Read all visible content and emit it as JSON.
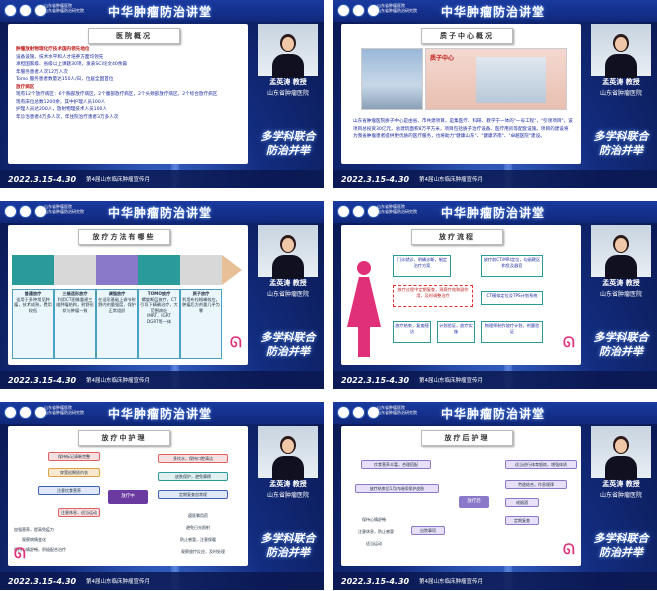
{
  "common": {
    "program_title": "中华肿瘤防治讲堂",
    "hospital_lines": [
      "山东省肿瘤医院",
      "山东省肿瘤防治研究院"
    ],
    "speaker_name": "孟英涛 教授",
    "speaker_org": "山东省肿瘤医院",
    "slogan_line1": "多学科联合",
    "slogan_line2": "防治并举",
    "date": "2022.3.15-4.30",
    "event": "第4届山东临床肿瘤宣传月"
  },
  "slide1": {
    "title": "医院概况",
    "sections": [
      {
        "heading": "肿瘤放射物理化疗技术国内领先地位",
        "bullets": [
          "设备设施、技术水平和人才培养方面均领先",
          "承担国家级、省级以上课题30项，发表SCI论文40余篇",
          "年服务患者人次12万人次",
          "Tomo 服务患者数量达150人/日，位居全国首位"
        ]
      },
      {
        "heading": "放疗病区",
        "bullets": [
          "现有12个放疗病区：6个胸部放疗病区，2个腹部放疗病区，2个头颈部放疗病区，2个综合放疗病区",
          "现有床位总数1200余，其中护理人员100人",
          "护理人员达200人，放射物理技术人员100人",
          "年诊治患者4万多人次，年住院治疗患者3万多人次"
        ]
      }
    ]
  },
  "slide2": {
    "title": "质子中心概况",
    "text": "山东省肿瘤医院质子中心是由省、市共建项目，是集医疗、科研、教学于一体的\"一号工程\"，\"引领项目\"。该项目总投资30亿元，总建筑面积8万平方米，项目包括质子治疗设备、医疗用房等配套设施。项目的建设将为我省肿瘤患者提供更优质的医疗服务，也将助力\"健康山东\"、\"健康济南\"、\"卓越医院\"建设。",
    "highlight_label": "质子中心"
  },
  "slide3": {
    "title": "放疗方法有哪些",
    "methods": [
      {
        "name": "普通放疗",
        "desc": "适用于多种常见肿瘤，技术成熟，费用较低"
      },
      {
        "name": "三维适形放疗",
        "desc": "利用CT图像重建三维肿瘤结构，射野形状与肿瘤一致"
      },
      {
        "name": "调强放疗",
        "desc": "在适形基础上调节射野内剂量强度，保护正常组织"
      },
      {
        "name": "TOMO放疗",
        "desc": "螺旋断层放疗，CT引导下精确治疗，大范围病灶"
      },
      {
        "name": "质子放疗",
        "desc": "利用布拉格峰效应，肿瘤后方剂量几乎为零"
      }
    ],
    "extra_lines": [
      "IMRT、IGRT",
      "DGRT等一体"
    ]
  },
  "slide4": {
    "title": "放疗流程",
    "boxes": [
      "门诊就诊，明确诊断，制定治疗方案",
      "放疗前CT/MRI定位，勾画靶区和危及器官",
      "CT模拟定位及TPS计划系统",
      "物理师制作放疗计划，剂量验证",
      "计划验证，放疗实施",
      "放疗结束，复查随访"
    ],
    "note": "放疗过程中定期复查，观察疗效和副作用，及时调整治疗"
  },
  "slide5": {
    "title": "放疗中护理",
    "center": "放疗中",
    "left_nodes": [
      "保持标记清晰完整",
      "穿宽松棉质内衣",
      "注意饮食营养",
      "注意休息，适当运动"
    ],
    "right_nodes": [
      "多饮水，保持口腔清洁",
      "皮肤保护，避免摩擦",
      "定期复查血常规"
    ],
    "bottom_left": [
      "加强营养，提高免疫力",
      "观察病情变化",
      "保持心情舒畅，积极配合治疗"
    ],
    "bottom_right": [
      "遵医嘱用药",
      "避免日光照射",
      "防止感冒，注意保暖",
      "观察放疗反应，及时处理"
    ]
  },
  "slide6": {
    "title": "放疗后护理",
    "center": "放疗后",
    "left_nodes": [
      "饮食营养丰富，合理搭配",
      "放疗结束后1月内继续保护皮肤"
    ],
    "left_sub": "出院事项",
    "left_sub_items": [
      "保持心情舒畅",
      "注意休息，防止感冒",
      "适当运动"
    ],
    "right_nodes": [
      "适当进行体育锻炼，增强体质",
      "劳逸结合，作息规律",
      "戒烟酒",
      "定期复查"
    ]
  }
}
